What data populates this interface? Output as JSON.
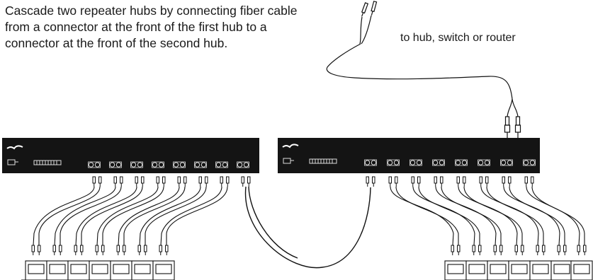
{
  "caption": "Cascade two repeater hubs by connecting fiber cable from a connector at the front of the first hub to a connector at the front of the second hub.",
  "uplink_label": "to hub, switch or router",
  "diagram": {
    "hubs": [
      {
        "name": "first-hub",
        "port_count": 8,
        "device_count": 7
      },
      {
        "name": "second-hub",
        "port_count": 8,
        "device_count": 7
      }
    ],
    "cascade_cable": "fiber",
    "colors": {
      "hub_body": "#141414",
      "line": "#111111",
      "background": "#ffffff"
    }
  }
}
